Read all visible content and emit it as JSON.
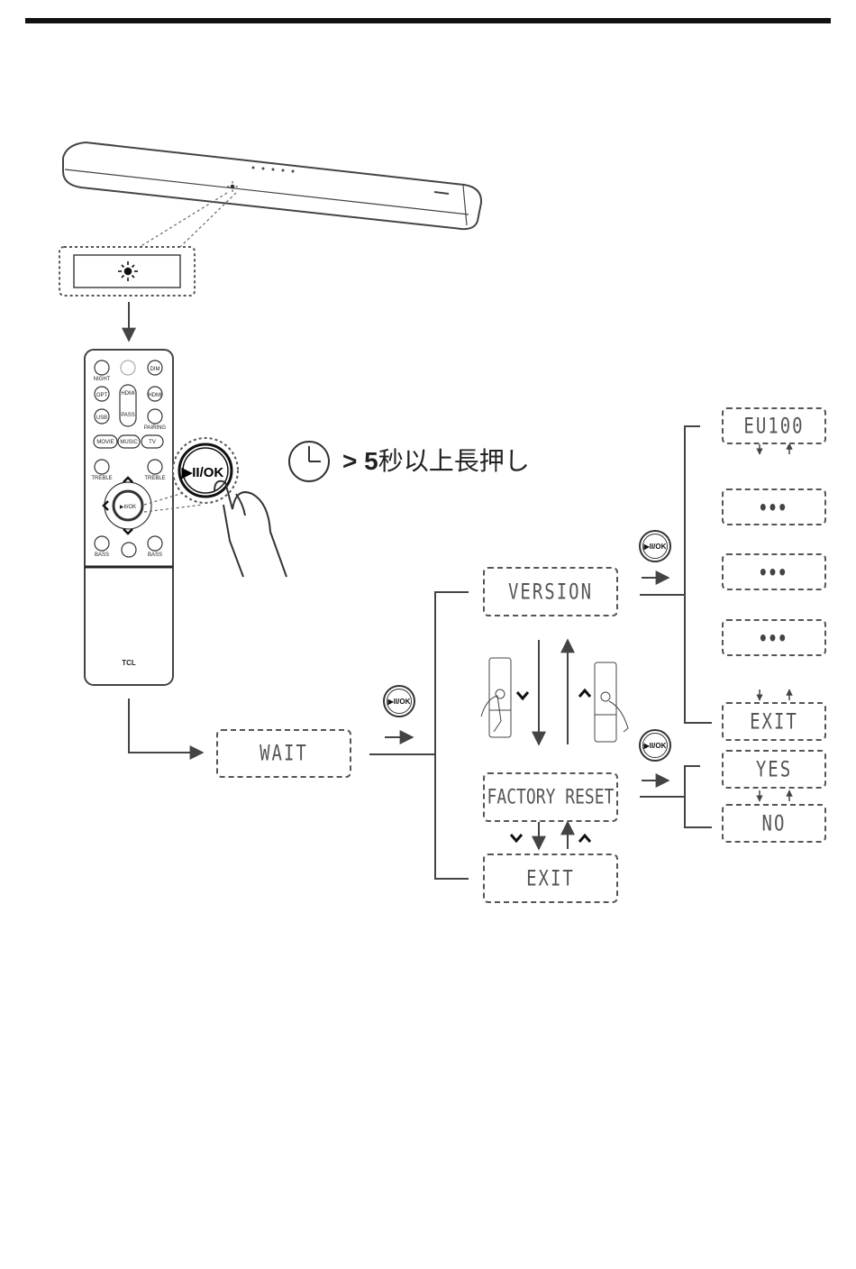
{
  "steps": {
    "hold_prefix": "> ",
    "hold_seconds": "5",
    "hold_suffix": "秒以上長押し"
  },
  "button_label": "▶II/OK",
  "remote": {
    "brand": "TCL",
    "buttons": {
      "opt": "OPT",
      "usb": "USB",
      "hdmi_in": "HDMI",
      "hdmi_arc": "HDMI",
      "pass": "PASS",
      "movie": "MOVIE",
      "music": "MUSIC",
      "tv": "TV",
      "treble": "TREBLE",
      "bass": "BASS",
      "night": "NIGHT",
      "dim": "DIM",
      "pairing": "PAIRING",
      "ok": "▶II/OK"
    }
  },
  "menu": {
    "wait": "WAIT",
    "version": "VERSION",
    "factory_reset": "FACTORY RESET",
    "exit": "EXIT"
  },
  "version_submenu": {
    "first": "EU100",
    "dots": "•••",
    "exit": "EXIT"
  },
  "reset_submenu": {
    "yes": "YES",
    "no": "NO"
  }
}
